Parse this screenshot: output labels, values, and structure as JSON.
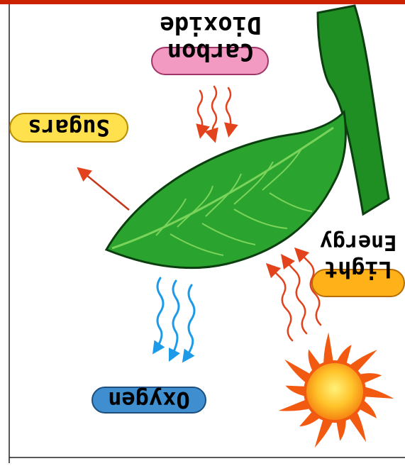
{
  "diagram": {
    "labels": {
      "carbon_dioxide_line1": "Carbon",
      "carbon_dioxide_line2": "Dioxide",
      "sugars": "Sugars",
      "light_energy_line1": "Light",
      "light_energy_line2": "Energy",
      "oxygen": "Oxygen"
    },
    "orientation": "upside-down",
    "colors": {
      "top_bar": "#cc2200",
      "leaf": "#2aa42e",
      "stem": "#1f8f24",
      "carbon_pill": "#f29ac2",
      "sugars_pill": "#ffe14d",
      "light_pill": "#ffb11a",
      "oxygen_pill": "#3f8fd0",
      "arrow_red": "#e2431c",
      "arrow_blue": "#1e9be8",
      "sun": "#f25a12",
      "sun_core": "#ffb522"
    }
  }
}
